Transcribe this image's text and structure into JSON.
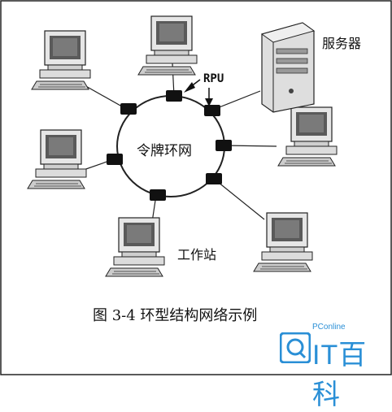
{
  "labels": {
    "ring": "令牌环网",
    "rpu": "RPU",
    "server": "服务器",
    "workstation": "工作站",
    "caption": "图 3-4    环型结构网络示例"
  },
  "watermark": {
    "small": "PConline",
    "big": "IT百科",
    "color": "#2a8fd6"
  },
  "colors": {
    "ink": "#111111",
    "monitor_screen": "#555555",
    "case": "#d9d9d9"
  }
}
